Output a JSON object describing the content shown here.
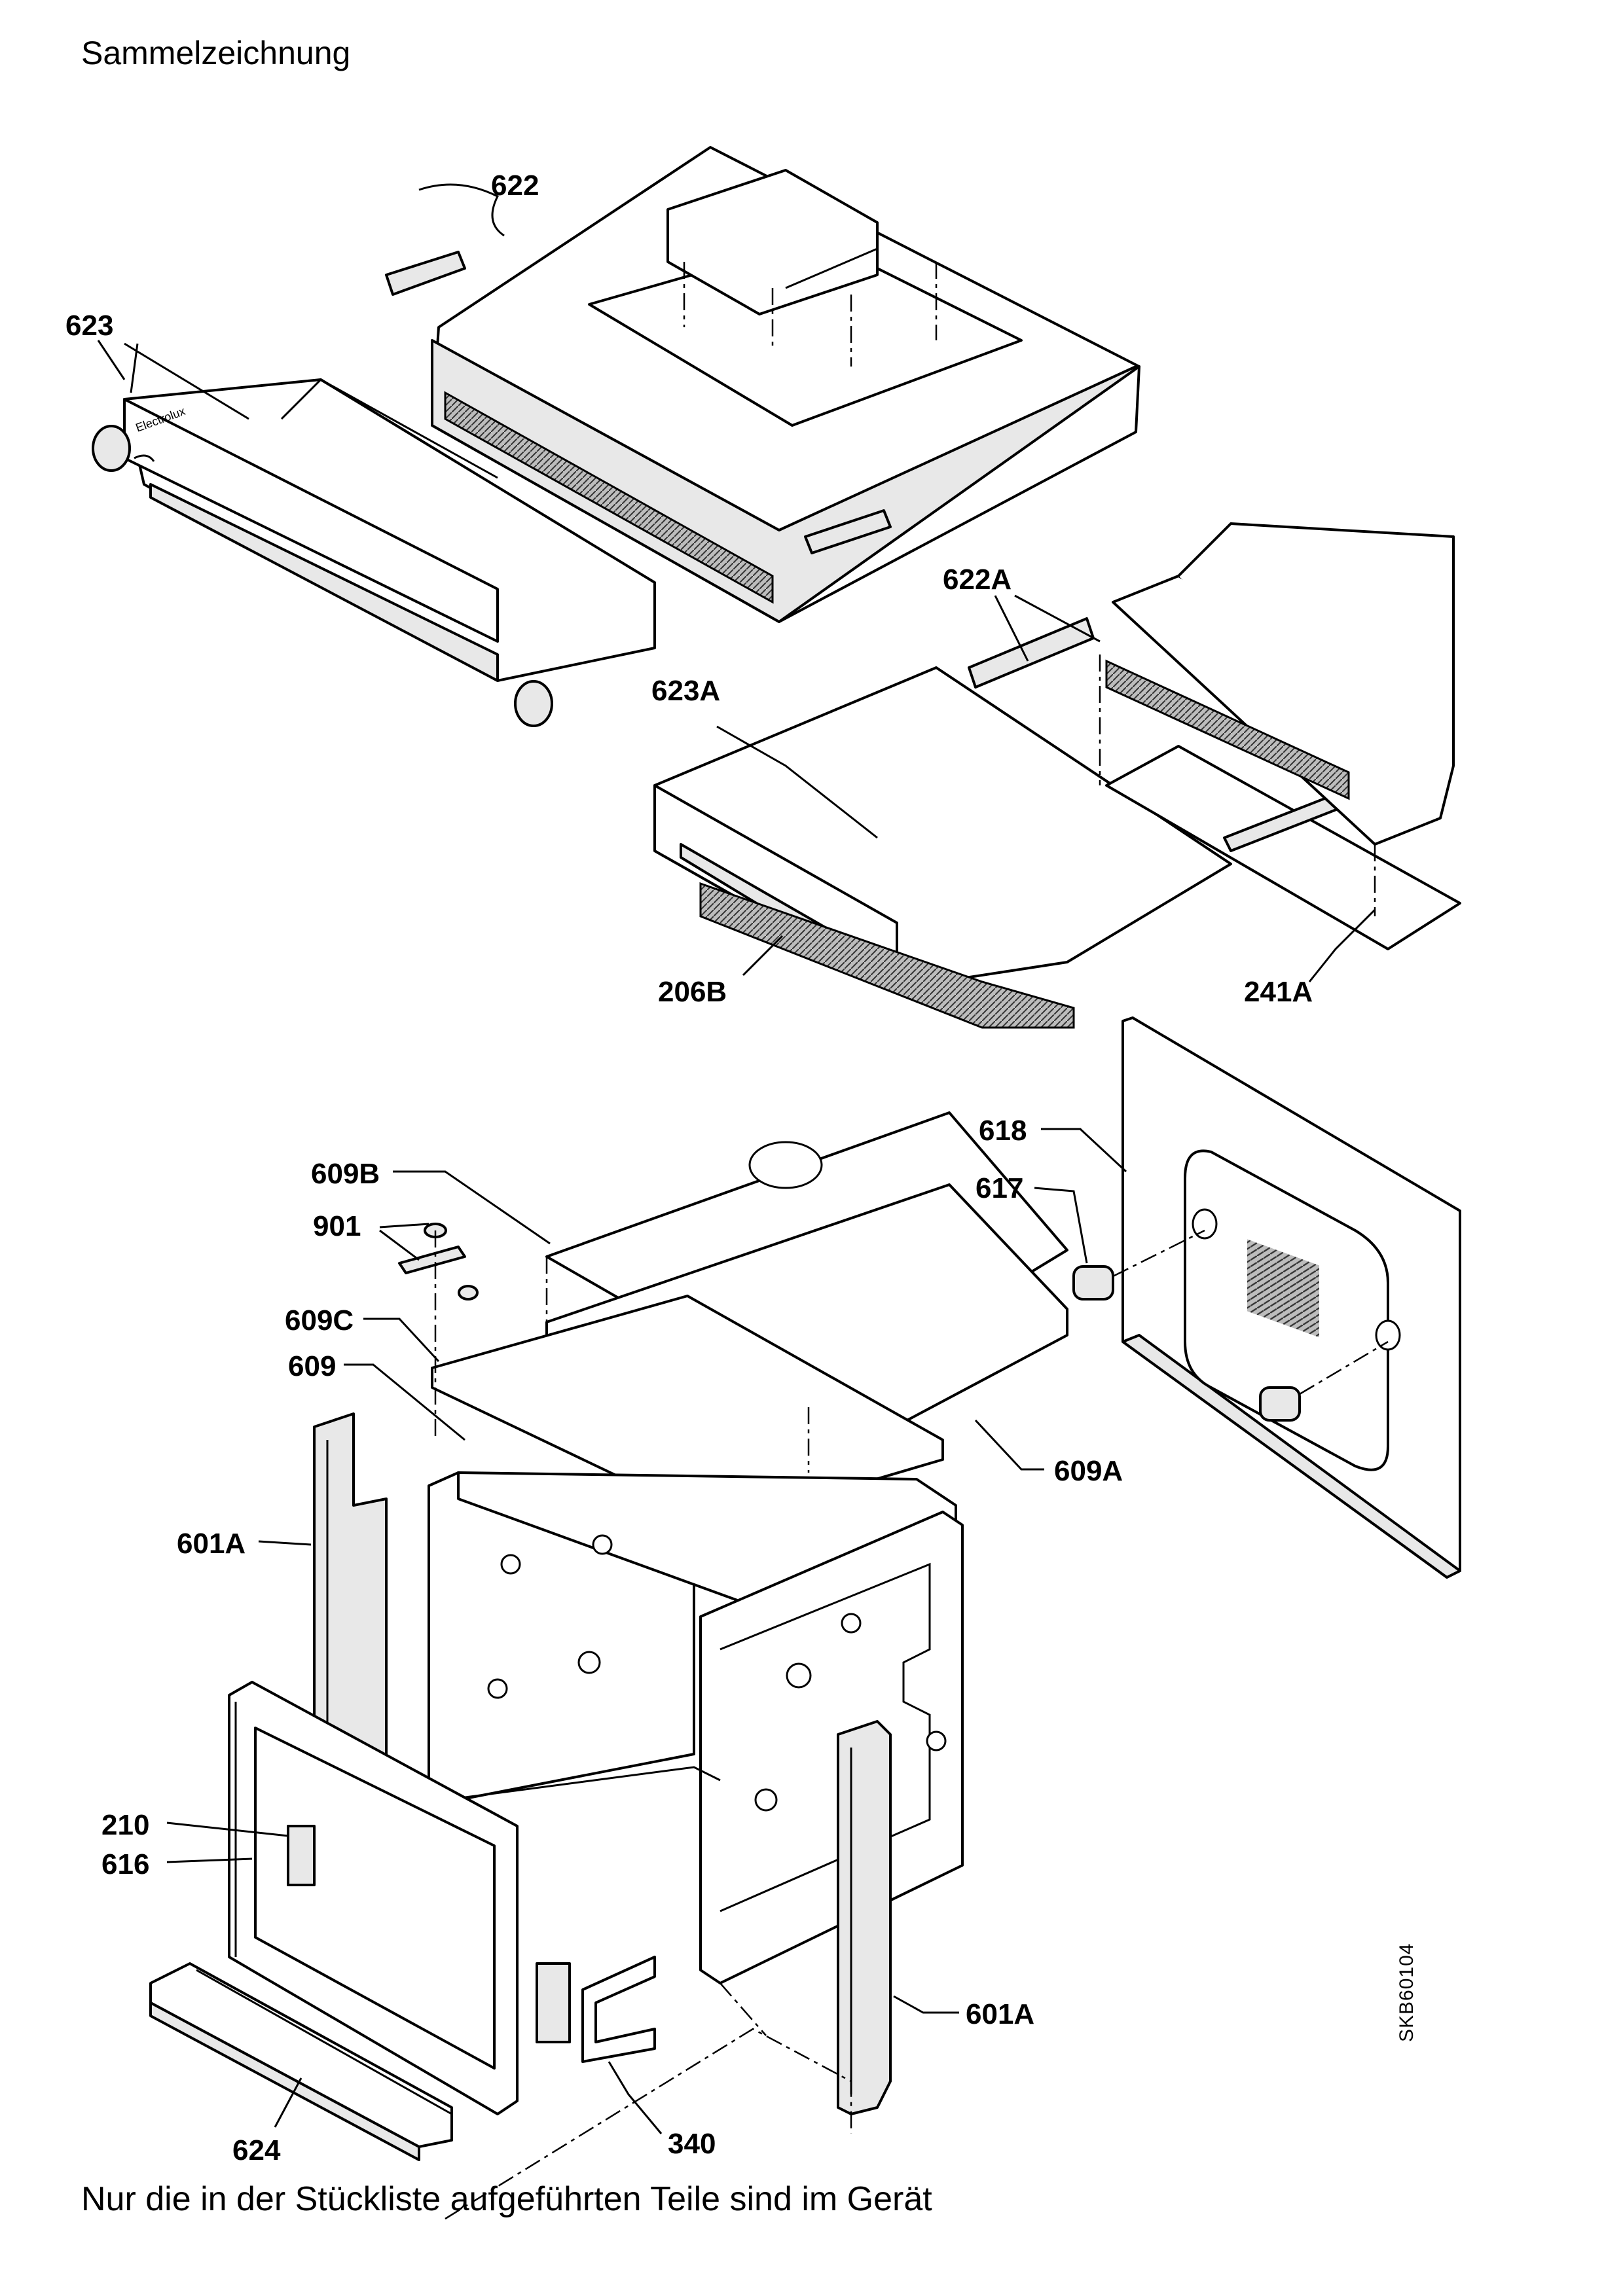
{
  "header": {
    "title": "Sammelzeichnung"
  },
  "footer": {
    "note": "Nur die in der Stückliste aufgeführten Teile sind im Gerät"
  },
  "drawing_code": "SKB60104",
  "labels": {
    "l622": "622",
    "l623": "623",
    "l622A": "622A",
    "l623A": "623A",
    "l206B": "206B",
    "l241A": "241A",
    "l618": "618",
    "l617": "617",
    "l609B": "609B",
    "l901": "901",
    "l609C": "609C",
    "l609": "609",
    "l609A": "609A",
    "l601A_left": "601A",
    "l601A_right": "601A",
    "l210": "210",
    "l616": "616",
    "l624": "624",
    "l340": "340"
  },
  "brand_mark": "Electrolux"
}
